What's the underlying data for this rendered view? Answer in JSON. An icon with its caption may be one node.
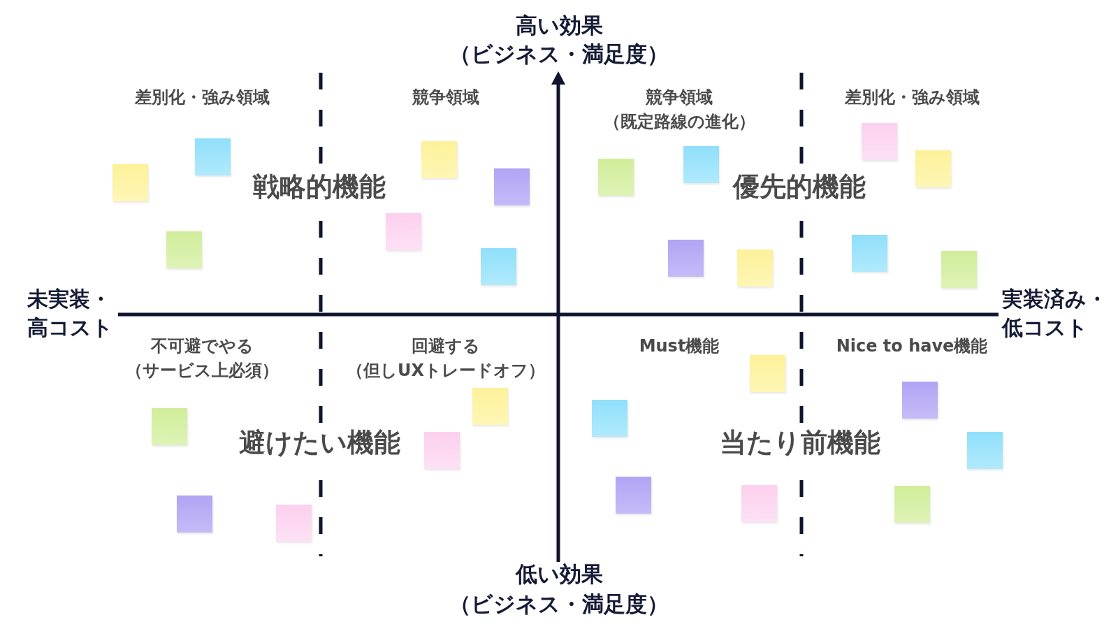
{
  "diagram": {
    "nodes": [
      {
        "text": [],
        "shape": "box"
      },
      {
        "text": [],
        "shape": "box"
      },
      {
        "text": [],
        "shape": "box"
      },
      {
        "text": [],
        "shape": "box"
      },
      {
        "text": [],
        "shape": "box"
      },
      {
        "text": [],
        "shape": "box"
      },
      {
        "text": [],
        "shape": "box"
      },
      {
        "text": [],
        "shape": "box"
      },
      {
        "text": [],
        "shape": "box"
      },
      {
        "text": [],
        "shape": "box"
      },
      {
        "text": [],
        "shape": "box"
      },
      {
        "text": [],
        "shape": "box"
      },
      {
        "text": [],
        "shape": "box"
      },
      {
        "text": [],
        "shape": "box"
      },
      {
        "text": [],
        "shape": "box"
      },
      {
        "text": [],
        "shape": "box"
      },
      {
        "text": [],
        "shape": "box"
      },
      {
        "text": [],
        "shape": "box"
      },
      {
        "text": [],
        "shape": "box"
      },
      {
        "text": [],
        "shape": "box"
      },
      {
        "text": [],
        "shape": "box"
      },
      {
        "text": [],
        "shape": "box"
      },
      {
        "text": [],
        "shape": "box"
      },
      {
        "text": [],
        "shape": "box"
      },
      {
        "text": [],
        "shape": "box"
      },
      {
        "text": [],
        "shape": "box"
      },
      {
        "text": [],
        "shape": "box"
      }
    ],
    "labels": [
      "高い効果",
      "（ビジネス・満足度）",
      "差別化・強み領域",
      "競争領域",
      "競争領域",
      "（既定路線の進化）",
      "差別化・強み領域",
      "戦略的機能",
      "優先的機能",
      "未実装・高コスト",
      "実装済み・低コスト",
      "不可避でやる",
      "（サービス上必須）",
      "回避する",
      "（但しUXトレードオフ）",
      "Must機能",
      "Nice to have機能",
      "避けたい機能",
      "当たり前機能",
      "低い効果",
      "（ビジネス・満足度）"
    ]
  }
}
